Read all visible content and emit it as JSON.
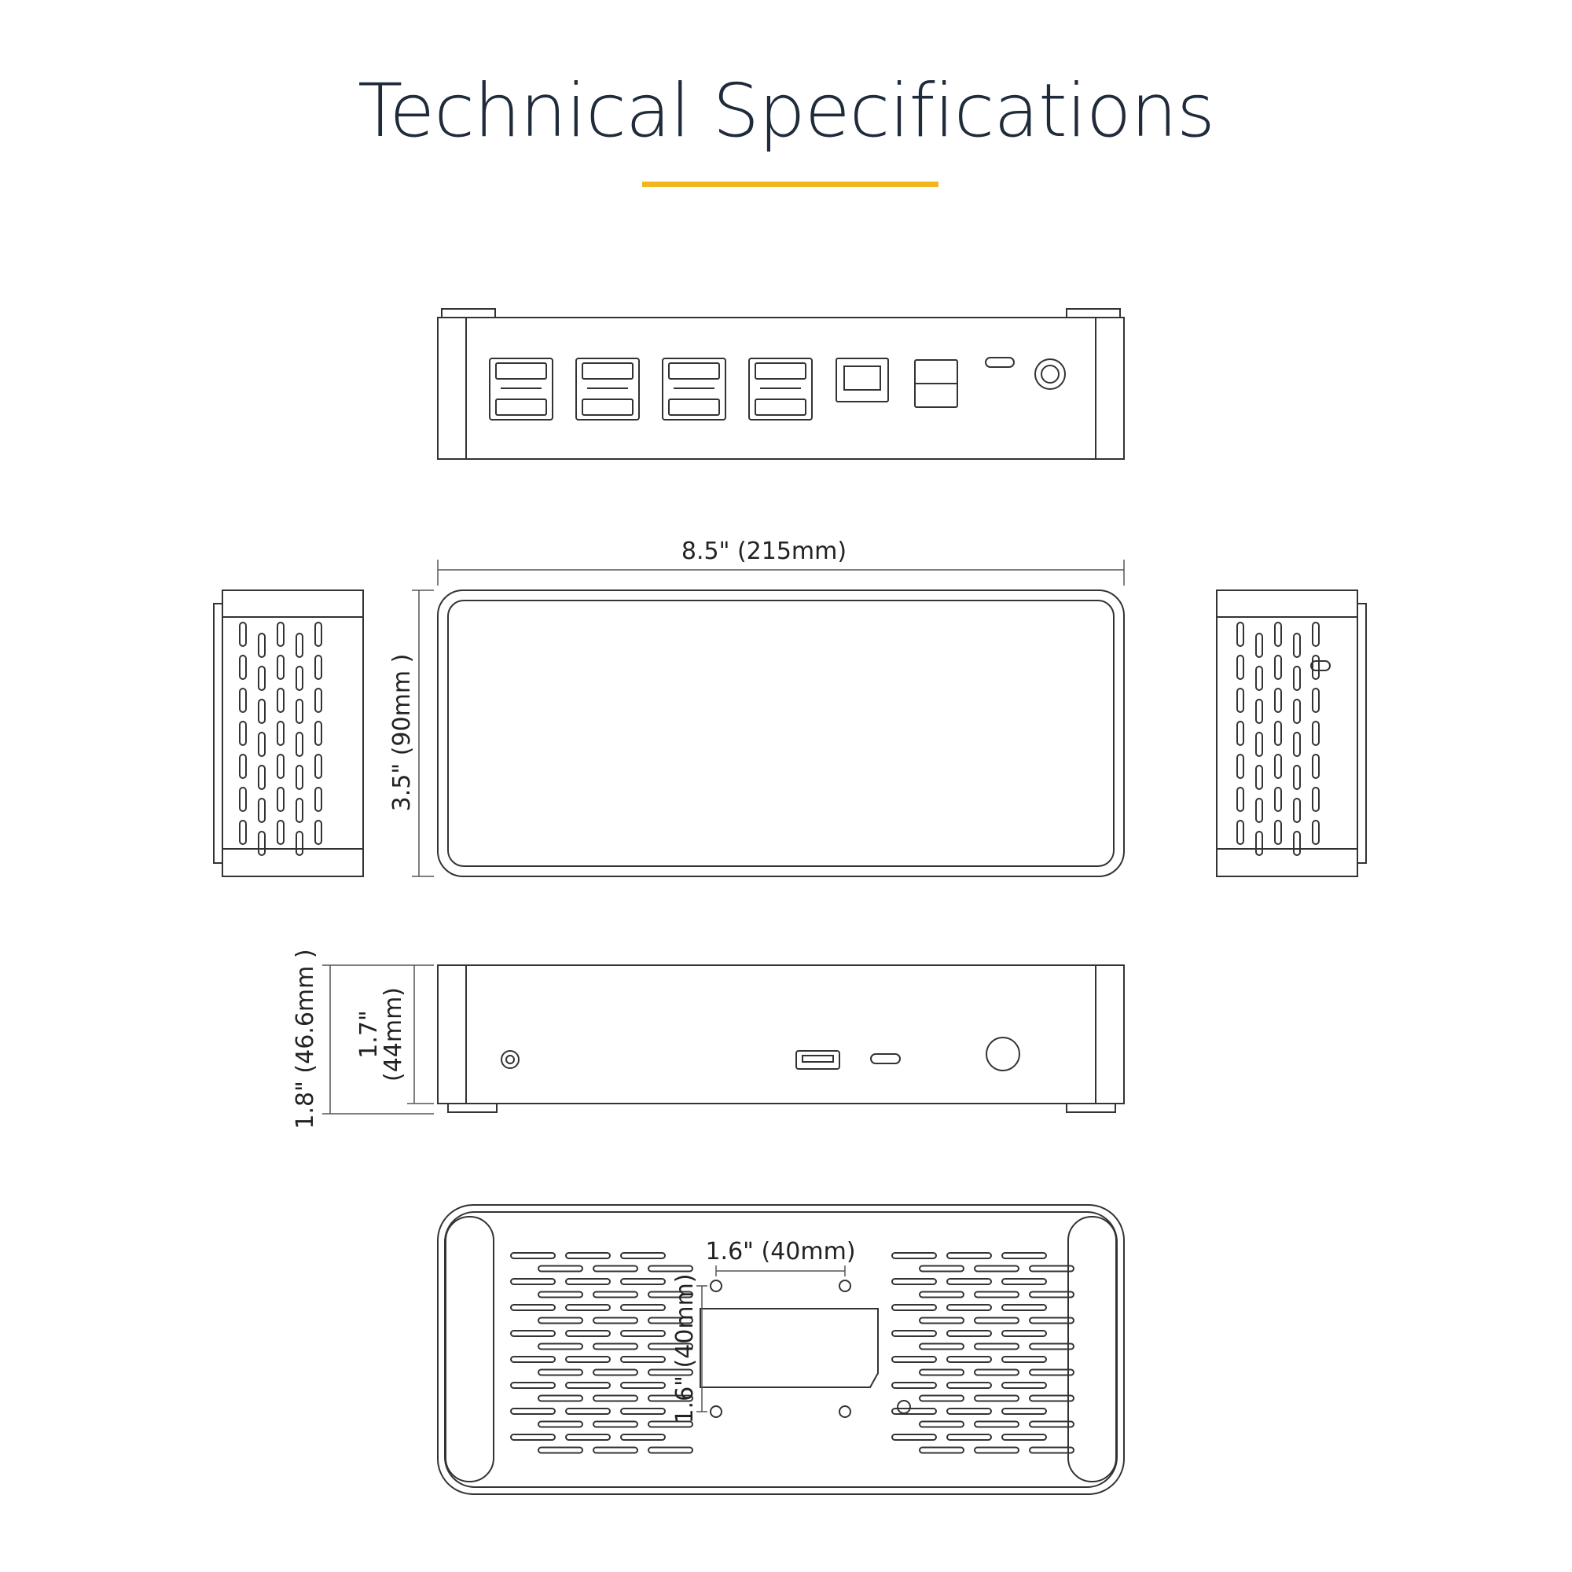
{
  "page": {
    "title": "Technical Specifications",
    "accent_color": "#f2b51e",
    "line_color": "#333333"
  },
  "dimensions": {
    "width": "8.5\" (215mm)",
    "depth": "3.5\" (90mm )",
    "height_total": "1.8\" (46.6mm )",
    "height_body_line1": "1.7\"",
    "height_body_line2": "(44mm)",
    "mount_horizontal": "1.6\" (40mm)",
    "mount_vertical": "1.6\" (40mm)"
  },
  "views": {
    "rear": {
      "video_port_pairs": 4,
      "ethernet_ports": 1,
      "usb_a_ports": 2,
      "usb_c_ports": 1,
      "dc_power": 1
    },
    "front": {
      "audio_jack": 1,
      "usb_a_ports": 1,
      "usb_c_ports": 1,
      "power_button": 1
    },
    "bottom": {
      "vesa_mount_holes": 4
    }
  }
}
